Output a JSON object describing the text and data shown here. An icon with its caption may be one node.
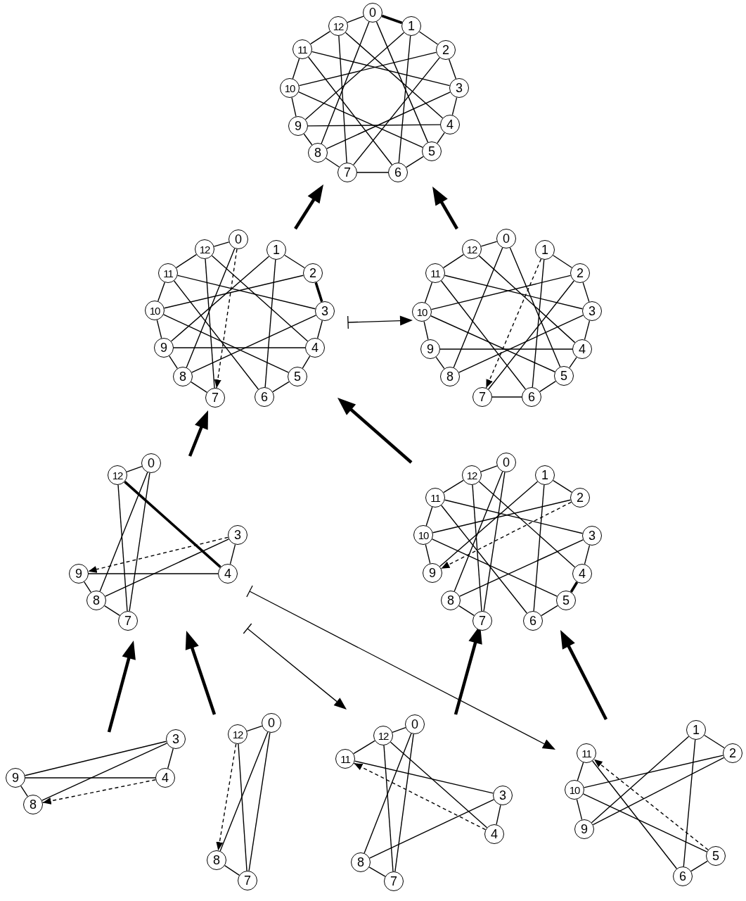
{
  "diagram": {
    "nodes": [
      {
        "text": [
          "0"
        ]
      },
      {
        "text": [
          "1"
        ]
      },
      {
        "text": [
          "2"
        ]
      },
      {
        "text": [
          "3"
        ]
      },
      {
        "text": [
          "4"
        ]
      },
      {
        "text": [
          "5"
        ]
      },
      {
        "text": [
          "6"
        ]
      },
      {
        "text": [
          "7"
        ]
      },
      {
        "text": [
          "8"
        ]
      },
      {
        "text": [
          "9"
        ]
      },
      {
        "text": [
          "10"
        ]
      },
      {
        "text": [
          "11"
        ]
      },
      {
        "text": [
          "12"
        ]
      },
      {
        "text": [
          "0"
        ]
      },
      {
        "text": [
          "1"
        ]
      },
      {
        "text": [
          "2"
        ]
      },
      {
        "text": [
          "3"
        ]
      },
      {
        "text": [
          "4"
        ]
      },
      {
        "text": [
          "5"
        ]
      },
      {
        "text": [
          "6"
        ]
      },
      {
        "text": [
          "7"
        ]
      },
      {
        "text": [
          "8"
        ]
      },
      {
        "text": [
          "9"
        ]
      },
      {
        "text": [
          "10"
        ]
      },
      {
        "text": [
          "11"
        ]
      },
      {
        "text": [
          "12"
        ]
      },
      {
        "text": [
          "0"
        ]
      },
      {
        "text": [
          "1"
        ]
      },
      {
        "text": [
          "2"
        ]
      },
      {
        "text": [
          "3"
        ]
      },
      {
        "text": [
          "4"
        ]
      },
      {
        "text": [
          "5"
        ]
      },
      {
        "text": [
          "6"
        ]
      },
      {
        "text": [
          "7"
        ]
      },
      {
        "text": [
          "8"
        ]
      },
      {
        "text": [
          "9"
        ]
      },
      {
        "text": [
          "10"
        ]
      },
      {
        "text": [
          "11"
        ]
      },
      {
        "text": [
          "12"
        ]
      },
      {
        "text": [
          "0"
        ]
      },
      {
        "text": [
          "3"
        ]
      },
      {
        "text": [
          "4"
        ]
      },
      {
        "text": [
          "7"
        ]
      },
      {
        "text": [
          "8"
        ]
      },
      {
        "text": [
          "9"
        ]
      },
      {
        "text": [
          "12"
        ]
      },
      {
        "text": [
          "0"
        ]
      },
      {
        "text": [
          "1"
        ]
      },
      {
        "text": [
          "2"
        ]
      },
      {
        "text": [
          "3"
        ]
      },
      {
        "text": [
          "4"
        ]
      },
      {
        "text": [
          "5"
        ]
      },
      {
        "text": [
          "6"
        ]
      },
      {
        "text": [
          "7"
        ]
      },
      {
        "text": [
          "8"
        ]
      },
      {
        "text": [
          "9"
        ]
      },
      {
        "text": [
          "10"
        ]
      },
      {
        "text": [
          "11"
        ]
      },
      {
        "text": [
          "12"
        ]
      },
      {
        "text": [
          "3"
        ]
      },
      {
        "text": [
          "4"
        ]
      },
      {
        "text": [
          "8"
        ]
      },
      {
        "text": [
          "9"
        ]
      },
      {
        "text": [
          "0"
        ]
      },
      {
        "text": [
          "7"
        ]
      },
      {
        "text": [
          "8"
        ]
      },
      {
        "text": [
          "12"
        ]
      },
      {
        "text": [
          "0"
        ]
      },
      {
        "text": [
          "3"
        ]
      },
      {
        "text": [
          "4"
        ]
      },
      {
        "text": [
          "7"
        ]
      },
      {
        "text": [
          "8"
        ]
      },
      {
        "text": [
          "11"
        ]
      },
      {
        "text": [
          "12"
        ]
      },
      {
        "text": [
          "1"
        ]
      },
      {
        "text": [
          "2"
        ]
      },
      {
        "text": [
          "5"
        ]
      },
      {
        "text": [
          "6"
        ]
      },
      {
        "text": [
          "9"
        ]
      },
      {
        "text": [
          "10"
        ]
      },
      {
        "text": [
          "11"
        ]
      }
    ],
    "edges": [
      {
        "from": 0,
        "to": 1,
        "arrow": "none",
        "style": "thick"
      },
      {
        "from": 1,
        "to": 2,
        "arrow": "none"
      },
      {
        "from": 2,
        "to": 3,
        "arrow": "none"
      },
      {
        "from": 3,
        "to": 4,
        "arrow": "none"
      },
      {
        "from": 4,
        "to": 5,
        "arrow": "none"
      },
      {
        "from": 5,
        "to": 6,
        "arrow": "none"
      },
      {
        "from": 6,
        "to": 7,
        "arrow": "none"
      },
      {
        "from": 7,
        "to": 8,
        "arrow": "none"
      },
      {
        "from": 8,
        "to": 9,
        "arrow": "none"
      },
      {
        "from": 9,
        "to": 10,
        "arrow": "none"
      },
      {
        "from": 10,
        "to": 11,
        "arrow": "none"
      },
      {
        "from": 11,
        "to": 12,
        "arrow": "none"
      },
      {
        "from": 12,
        "to": 0,
        "arrow": "none"
      },
      {
        "from": 0,
        "to": 5,
        "arrow": "none"
      },
      {
        "from": 0,
        "to": 8,
        "arrow": "none"
      },
      {
        "from": 1,
        "to": 6,
        "arrow": "none"
      },
      {
        "from": 1,
        "to": 9,
        "arrow": "none"
      },
      {
        "from": 2,
        "to": 7,
        "arrow": "none"
      },
      {
        "from": 2,
        "to": 10,
        "arrow": "none"
      },
      {
        "from": 3,
        "to": 8,
        "arrow": "none"
      },
      {
        "from": 3,
        "to": 11,
        "arrow": "none"
      },
      {
        "from": 4,
        "to": 9,
        "arrow": "none"
      },
      {
        "from": 4,
        "to": 12,
        "arrow": "none"
      },
      {
        "from": 5,
        "to": 10,
        "arrow": "none"
      },
      {
        "from": 6,
        "to": 11,
        "arrow": "none"
      },
      {
        "from": 7,
        "to": 12,
        "arrow": "none"
      },
      {
        "from": 14,
        "to": 15,
        "arrow": "none"
      },
      {
        "from": 15,
        "to": 16,
        "arrow": "none",
        "style": "thick"
      },
      {
        "from": 16,
        "to": 17,
        "arrow": "none"
      },
      {
        "from": 17,
        "to": 18,
        "arrow": "none"
      },
      {
        "from": 18,
        "to": 19,
        "arrow": "none"
      },
      {
        "from": 20,
        "to": 21,
        "arrow": "none"
      },
      {
        "from": 21,
        "to": 22,
        "arrow": "none"
      },
      {
        "from": 22,
        "to": 23,
        "arrow": "none"
      },
      {
        "from": 23,
        "to": 24,
        "arrow": "none"
      },
      {
        "from": 24,
        "to": 25,
        "arrow": "none"
      },
      {
        "from": 25,
        "to": 13,
        "arrow": "none"
      },
      {
        "from": 13,
        "to": 21,
        "arrow": "none"
      },
      {
        "from": 14,
        "to": 19,
        "arrow": "none"
      },
      {
        "from": 14,
        "to": 22,
        "arrow": "none"
      },
      {
        "from": 15,
        "to": 23,
        "arrow": "none"
      },
      {
        "from": 16,
        "to": 21,
        "arrow": "none"
      },
      {
        "from": 16,
        "to": 24,
        "arrow": "none"
      },
      {
        "from": 17,
        "to": 22,
        "arrow": "none"
      },
      {
        "from": 17,
        "to": 25,
        "arrow": "none"
      },
      {
        "from": 18,
        "to": 23,
        "arrow": "none"
      },
      {
        "from": 19,
        "to": 24,
        "arrow": "none"
      },
      {
        "from": 20,
        "to": 25,
        "arrow": "none"
      },
      {
        "from": 13,
        "to": 20,
        "arrow": "to",
        "style": "dashed"
      },
      {
        "from": 27,
        "to": 28,
        "arrow": "none"
      },
      {
        "from": 28,
        "to": 29,
        "arrow": "none"
      },
      {
        "from": 29,
        "to": 30,
        "arrow": "none"
      },
      {
        "from": 30,
        "to": 31,
        "arrow": "none"
      },
      {
        "from": 31,
        "to": 32,
        "arrow": "none"
      },
      {
        "from": 32,
        "to": 33,
        "arrow": "none"
      },
      {
        "from": 34,
        "to": 35,
        "arrow": "none"
      },
      {
        "from": 35,
        "to": 36,
        "arrow": "none"
      },
      {
        "from": 36,
        "to": 37,
        "arrow": "none"
      },
      {
        "from": 37,
        "to": 38,
        "arrow": "none"
      },
      {
        "from": 38,
        "to": 26,
        "arrow": "none"
      },
      {
        "from": 26,
        "to": 34,
        "arrow": "none"
      },
      {
        "from": 26,
        "to": 31,
        "arrow": "none"
      },
      {
        "from": 27,
        "to": 32,
        "arrow": "none"
      },
      {
        "from": 28,
        "to": 36,
        "arrow": "none"
      },
      {
        "from": 28,
        "to": 33,
        "arrow": "none"
      },
      {
        "from": 29,
        "to": 37,
        "arrow": "none"
      },
      {
        "from": 29,
        "to": 34,
        "arrow": "none"
      },
      {
        "from": 30,
        "to": 35,
        "arrow": "none"
      },
      {
        "from": 30,
        "to": 38,
        "arrow": "none"
      },
      {
        "from": 31,
        "to": 36,
        "arrow": "none"
      },
      {
        "from": 32,
        "to": 37,
        "arrow": "none"
      },
      {
        "from": 27,
        "to": 33,
        "arrow": "to",
        "style": "dashed"
      },
      {
        "from": 45,
        "to": 39,
        "arrow": "none"
      },
      {
        "from": 45,
        "to": 42,
        "arrow": "none"
      },
      {
        "from": 45,
        "to": 41,
        "arrow": "none",
        "style": "thick"
      },
      {
        "from": 39,
        "to": 43,
        "arrow": "none"
      },
      {
        "from": 39,
        "to": 42,
        "arrow": "none"
      },
      {
        "from": 40,
        "to": 44,
        "arrow": "to",
        "style": "dashed"
      },
      {
        "from": 40,
        "to": 41,
        "arrow": "none"
      },
      {
        "from": 40,
        "to": 43,
        "arrow": "none"
      },
      {
        "from": 44,
        "to": 41,
        "arrow": "none"
      },
      {
        "from": 44,
        "to": 43,
        "arrow": "none"
      },
      {
        "from": 43,
        "to": 42,
        "arrow": "none"
      },
      {
        "from": 47,
        "to": 48,
        "arrow": "none"
      },
      {
        "from": 49,
        "to": 50,
        "arrow": "none"
      },
      {
        "from": 50,
        "to": 51,
        "arrow": "none",
        "style": "thick"
      },
      {
        "from": 51,
        "to": 52,
        "arrow": "none"
      },
      {
        "from": 53,
        "to": 54,
        "arrow": "none"
      },
      {
        "from": 55,
        "to": 56,
        "arrow": "none"
      },
      {
        "from": 56,
        "to": 57,
        "arrow": "none"
      },
      {
        "from": 57,
        "to": 58,
        "arrow": "none"
      },
      {
        "from": 58,
        "to": 46,
        "arrow": "none"
      },
      {
        "from": 46,
        "to": 54,
        "arrow": "none"
      },
      {
        "from": 46,
        "to": 53,
        "arrow": "none"
      },
      {
        "from": 58,
        "to": 53,
        "arrow": "none"
      },
      {
        "from": 58,
        "to": 50,
        "arrow": "none"
      },
      {
        "from": 57,
        "to": 49,
        "arrow": "none"
      },
      {
        "from": 57,
        "to": 52,
        "arrow": "none"
      },
      {
        "from": 56,
        "to": 48,
        "arrow": "none"
      },
      {
        "from": 56,
        "to": 51,
        "arrow": "none"
      },
      {
        "from": 55,
        "to": 47,
        "arrow": "none"
      },
      {
        "from": 54,
        "to": 49,
        "arrow": "none"
      },
      {
        "from": 47,
        "to": 52,
        "arrow": "none"
      },
      {
        "from": 48,
        "to": 55,
        "arrow": "to",
        "style": "dashed"
      },
      {
        "from": 62,
        "to": 59,
        "arrow": "none"
      },
      {
        "from": 62,
        "to": 60,
        "arrow": "none"
      },
      {
        "from": 59,
        "to": 61,
        "arrow": "none"
      },
      {
        "from": 59,
        "to": 60,
        "arrow": "none"
      },
      {
        "from": 60,
        "to": 61,
        "arrow": "to",
        "style": "dashed"
      },
      {
        "from": 62,
        "to": 61,
        "arrow": "none"
      },
      {
        "from": 66,
        "to": 63,
        "arrow": "none"
      },
      {
        "from": 66,
        "to": 65,
        "arrow": "to",
        "style": "dashed"
      },
      {
        "from": 66,
        "to": 64,
        "arrow": "none"
      },
      {
        "from": 63,
        "to": 65,
        "arrow": "none"
      },
      {
        "from": 63,
        "to": 64,
        "arrow": "none"
      },
      {
        "from": 65,
        "to": 64,
        "arrow": "none"
      },
      {
        "from": 73,
        "to": 67,
        "arrow": "none"
      },
      {
        "from": 73,
        "to": 72,
        "arrow": "none"
      },
      {
        "from": 73,
        "to": 70,
        "arrow": "none"
      },
      {
        "from": 73,
        "to": 69,
        "arrow": "none"
      },
      {
        "from": 67,
        "to": 71,
        "arrow": "none"
      },
      {
        "from": 67,
        "to": 70,
        "arrow": "none"
      },
      {
        "from": 72,
        "to": 68,
        "arrow": "none"
      },
      {
        "from": 69,
        "to": 72,
        "arrow": "to",
        "style": "dashed"
      },
      {
        "from": 68,
        "to": 69,
        "arrow": "none"
      },
      {
        "from": 68,
        "to": 71,
        "arrow": "none"
      },
      {
        "from": 71,
        "to": 70,
        "arrow": "none"
      },
      {
        "from": 74,
        "to": 75,
        "arrow": "none"
      },
      {
        "from": 74,
        "to": 78,
        "arrow": "none"
      },
      {
        "from": 74,
        "to": 77,
        "arrow": "none"
      },
      {
        "from": 75,
        "to": 79,
        "arrow": "none"
      },
      {
        "from": 75,
        "to": 78,
        "arrow": "none"
      },
      {
        "from": 80,
        "to": 79,
        "arrow": "none"
      },
      {
        "from": 80,
        "to": 77,
        "arrow": "none"
      },
      {
        "from": 76,
        "to": 80,
        "arrow": "to",
        "style": "dashed"
      },
      {
        "from": 79,
        "to": 78,
        "arrow": "none"
      },
      {
        "from": 79,
        "to": 76,
        "arrow": "none"
      },
      {
        "from": 76,
        "to": 77,
        "arrow": "none"
      }
    ]
  }
}
